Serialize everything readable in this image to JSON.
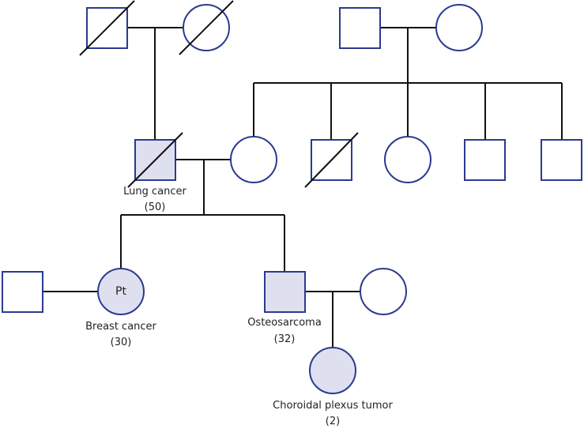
{
  "colors": {
    "outline": "#2b3a8f",
    "affected_fill": "#dfe0ef",
    "unaffected_fill": "#ffffff",
    "line": "#111111"
  },
  "individuals": {
    "paternal_grandfather": {
      "sex": "male",
      "deceased": true,
      "affected": false
    },
    "paternal_grandmother": {
      "sex": "female",
      "deceased": true,
      "affected": false
    },
    "maternal_grandfather": {
      "sex": "male",
      "deceased": false,
      "affected": false
    },
    "maternal_grandmother": {
      "sex": "female",
      "deceased": false,
      "affected": false
    },
    "father": {
      "sex": "male",
      "deceased": true,
      "affected": true,
      "condition": "Lung cancer",
      "age": "(50)"
    },
    "mother": {
      "sex": "female",
      "deceased": false,
      "affected": false
    },
    "maternal_uncle_1": {
      "sex": "male",
      "deceased": true,
      "affected": false
    },
    "maternal_aunt": {
      "sex": "female",
      "deceased": false,
      "affected": false
    },
    "maternal_uncle_2": {
      "sex": "male",
      "deceased": false,
      "affected": false
    },
    "maternal_uncle_3": {
      "sex": "male",
      "deceased": false,
      "affected": false
    },
    "proband_spouse": {
      "sex": "male",
      "deceased": false,
      "affected": false
    },
    "proband": {
      "sex": "female",
      "deceased": false,
      "affected": true,
      "mark": "Pt",
      "condition": "Breast cancer",
      "age": "(30)"
    },
    "brother": {
      "sex": "male",
      "deceased": false,
      "affected": true,
      "condition": "Osteosarcoma",
      "age": "(32)"
    },
    "brother_spouse": {
      "sex": "female",
      "deceased": false,
      "affected": false
    },
    "niece": {
      "sex": "female",
      "deceased": false,
      "affected": true,
      "condition": "Choroidal plexus tumor",
      "age": "(2)"
    }
  }
}
